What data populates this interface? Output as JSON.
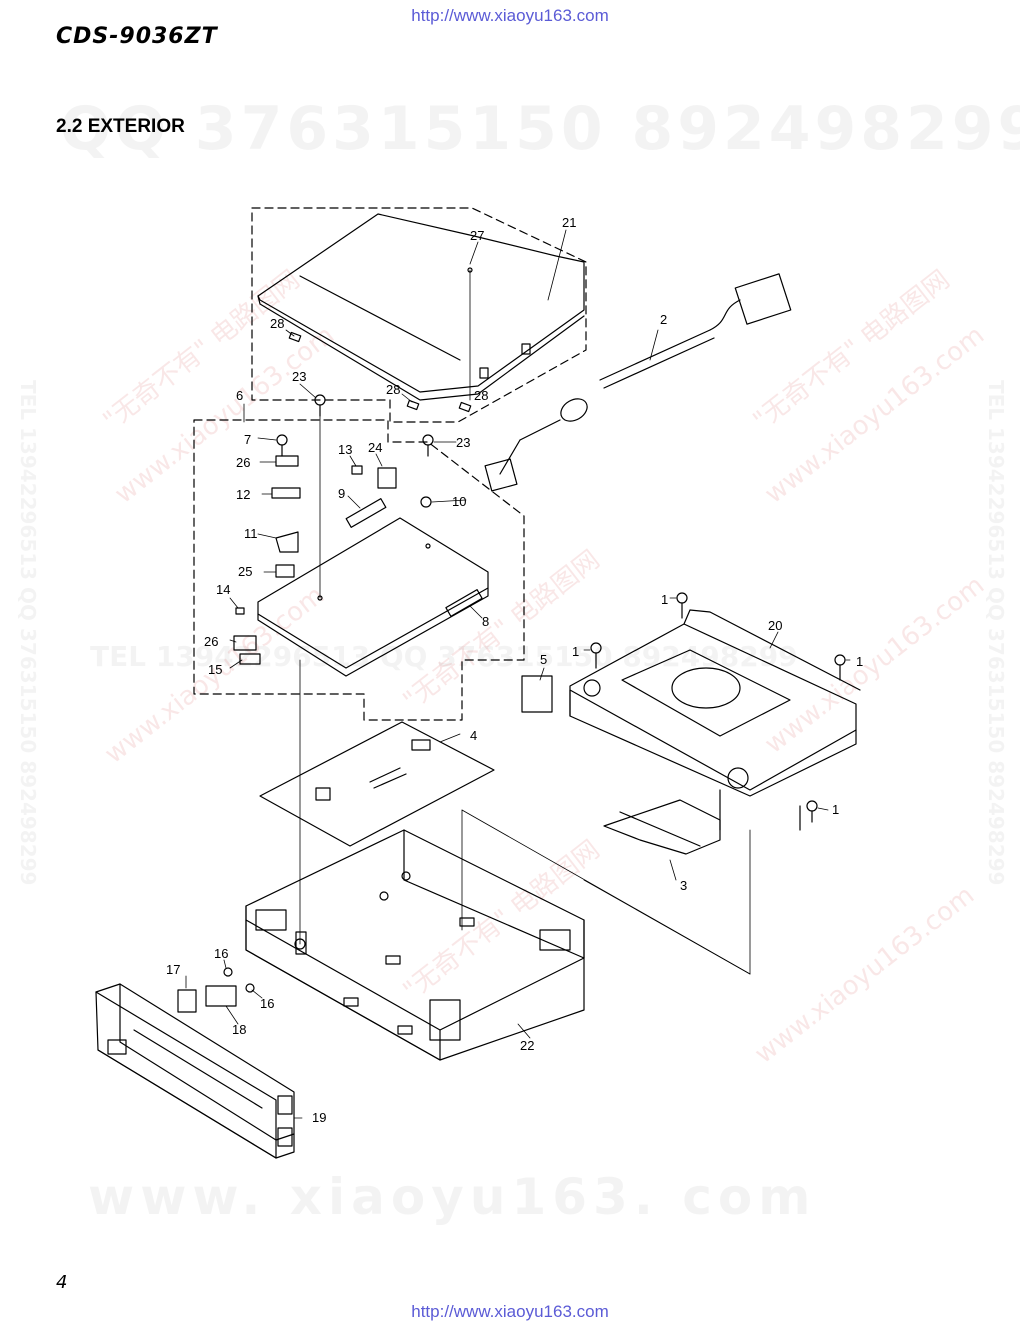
{
  "header": {
    "url_top": "http://www.xiaoyu163.com",
    "model": "CDS-9036ZT",
    "section_title": "2.2 EXTERIOR"
  },
  "footer": {
    "page_number": "4",
    "url_bottom": "http://www.xiaoyu163.com"
  },
  "watermarks": {
    "qq": "QQ 376315150   892498299",
    "www": "www. xiaoyu163. com",
    "tel": "TEL 13942296513 QQ 376315150 892498299",
    "side_left": "TEL 13942296513 QQ 376315150 892498299",
    "side_right": "TEL 13942296513 QQ 376315150 892498299",
    "diag_cn": "\"无奇不有\" 电路图网",
    "diag_url": "www.xiaoyu163.com"
  },
  "callouts": {
    "c1a": "1",
    "c1b": "1",
    "c1c": "1",
    "c1d": "1",
    "c2": "2",
    "c3": "3",
    "c4": "4",
    "c5": "5",
    "c6": "6",
    "c7": "7",
    "c8": "8",
    "c9": "9",
    "c10": "10",
    "c11": "11",
    "c12": "12",
    "c13": "13",
    "c14": "14",
    "c15": "15",
    "c16a": "16",
    "c16b": "16",
    "c17": "17",
    "c18": "18",
    "c19": "19",
    "c20": "20",
    "c21": "21",
    "c22": "22",
    "c23a": "23",
    "c23b": "23",
    "c24": "24",
    "c25": "25",
    "c26a": "26",
    "c26b": "26",
    "c27": "27",
    "c28a": "28",
    "c28b": "28",
    "c28c": "28"
  }
}
